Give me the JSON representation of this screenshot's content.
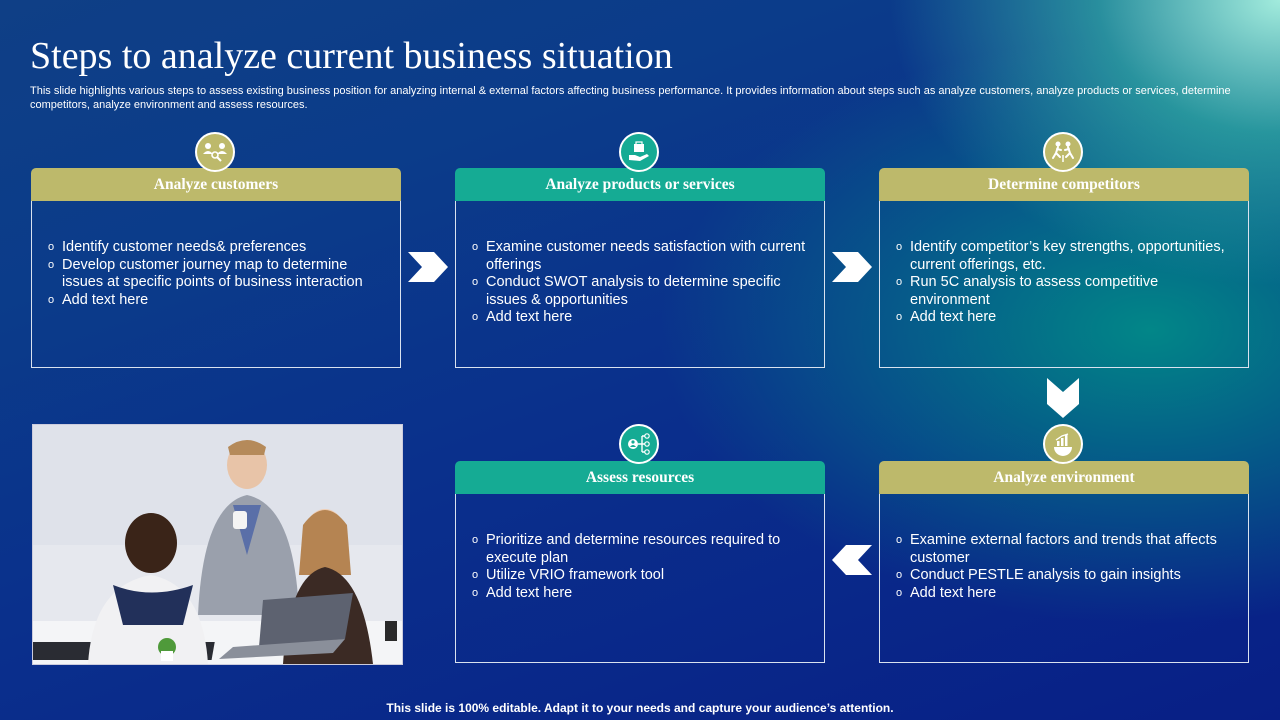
{
  "title": "Steps to analyze current business situation",
  "subtitle": "This slide highlights various steps to assess existing business position for analyzing internal & external factors affecting business performance. It provides information about steps such as analyze customers, analyze products or services, determine competitors, analyze environment and assess resources.",
  "bullet_glyph": "o",
  "cards": [
    {
      "heading": "Analyze customers",
      "icon": "customers-icon",
      "color": "#bdb96b",
      "bullets": [
        "Identify  customer needs& preferences",
        "Develop customer journey map to determine issues at specific points of business interaction",
        "Add text here"
      ]
    },
    {
      "heading": "Analyze products or services",
      "icon": "hand-products-icon",
      "color": "#15ab94",
      "bullets": [
        "Examine customer needs satisfaction with current offerings",
        "Conduct SWOT analysis to determine specific issues & opportunities",
        "Add text here"
      ]
    },
    {
      "heading": "Determine competitors",
      "icon": "competitors-icon",
      "color": "#bdb96b",
      "bullets": [
        "Identify competitor’s key strengths, opportunities, current offerings, etc.",
        "Run 5C analysis to assess competitive environment",
        "Add text here"
      ]
    },
    {
      "heading": "Analyze environment",
      "icon": "chart-globe-icon",
      "color": "#bdb96b",
      "bullets": [
        "Examine external factors  and trends that affects customer",
        "Conduct PESTLE analysis to gain insights",
        "Add text here"
      ]
    },
    {
      "heading": "Assess resources",
      "icon": "resources-network-icon",
      "color": "#15ab94",
      "bullets": [
        "Prioritize and determine resources required to execute plan",
        "Utilize VRIO framework tool",
        "Add text here"
      ]
    }
  ],
  "photo": {
    "icon": "team-meeting-photo"
  },
  "footer": "This slide is 100% editable. Adapt it to your needs and capture your audience’s attention."
}
